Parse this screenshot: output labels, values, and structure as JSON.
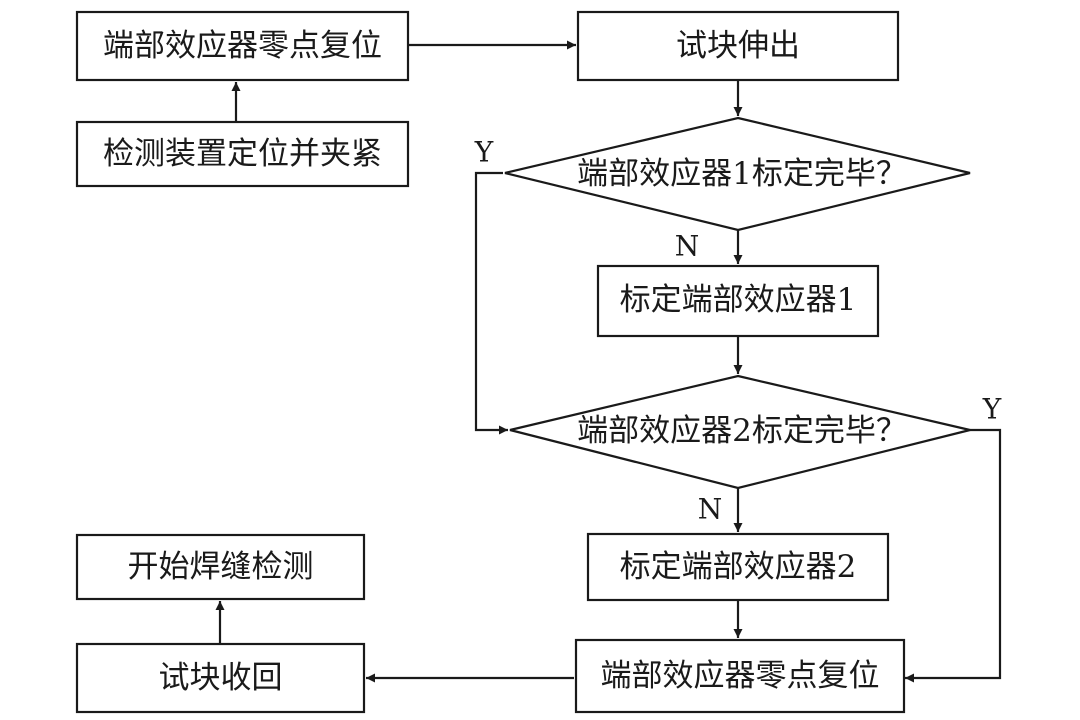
{
  "flowchart": {
    "nodes": {
      "ee_zero_reset_top": "端部效应器零点复位",
      "detect_device_clamp": "检测装置定位并夹紧",
      "block_extend": "试块伸出",
      "ee1_calibrated_q": "端部效应器1标定完毕？",
      "calibrate_ee1": "标定端部效应器1",
      "ee2_calibrated_q": "端部效应器2标定完毕？",
      "calibrate_ee2": "标定端部效应器2",
      "ee_zero_reset_bottom": "端部效应器零点复位",
      "block_retract": "试块收回",
      "start_weld_inspection": "开始焊缝检测"
    },
    "branch_labels": {
      "q1_yes": "Y",
      "q1_no": "N",
      "q2_yes": "Y",
      "q2_no": "N"
    },
    "colors": {
      "stroke": "#1a1a1a",
      "background": "#ffffff"
    }
  }
}
